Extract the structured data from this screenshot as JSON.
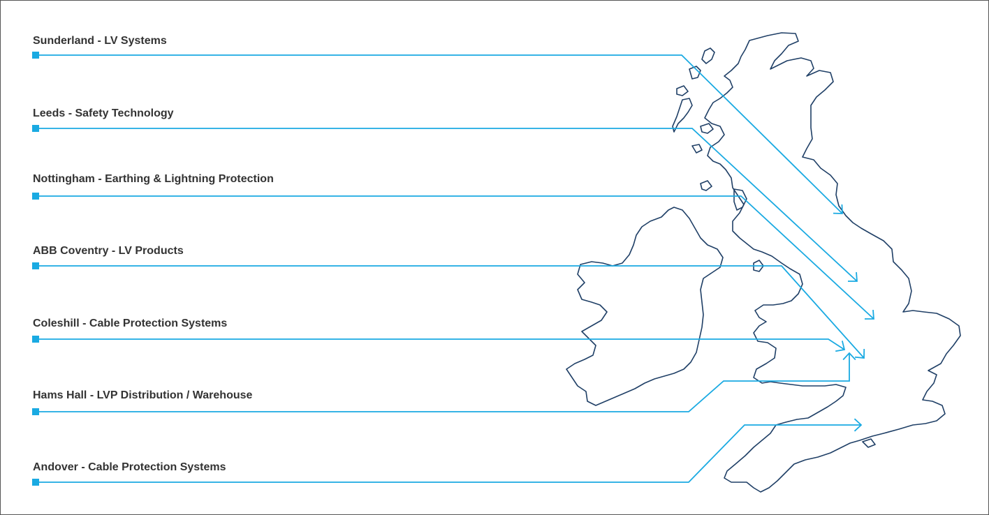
{
  "colors": {
    "line": "#1AAAE2",
    "map_outline": "#1F3F66",
    "label_text": "#333333",
    "background": "#FFFFFF"
  },
  "locations": [
    {
      "label": "Sunderland - LV Systems"
    },
    {
      "label": "Leeds - Safety Technology"
    },
    {
      "label": "Nottingham - Earthing & Lightning Protection"
    },
    {
      "label": "ABB Coventry - LV Products"
    },
    {
      "label": "Coleshill - Cable Protection Systems"
    },
    {
      "label": "Hams Hall - LVP Distribution / Warehouse"
    },
    {
      "label": "Andover - Cable Protection Systems"
    }
  ]
}
